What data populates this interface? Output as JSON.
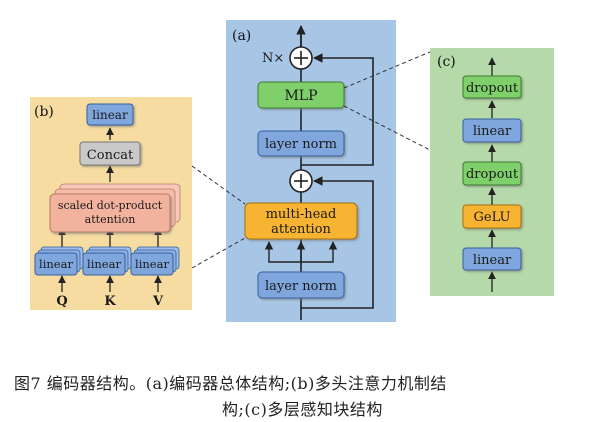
{
  "panel_a": {
    "tag": "(a)",
    "repeat_label": "N×",
    "mlp": "MLP",
    "layer_norm_top": "layer norm",
    "multi_head_line1": "multi-head",
    "multi_head_line2": "attention",
    "layer_norm_bottom": "layer norm",
    "colors": {
      "panel": "#a7c6e6",
      "green": "#7fd06a",
      "blue": "#7fa7de",
      "orange": "#f7b433"
    }
  },
  "panel_b": {
    "tag": "(b)",
    "linear_top": "linear",
    "concat": "Concat",
    "sdpa_line1": "scaled dot-product",
    "sdpa_line2": "attention",
    "linear_q": "linear",
    "linear_k": "linear",
    "linear_v": "linear",
    "input_q": "Q",
    "input_k": "K",
    "input_v": "V",
    "colors": {
      "panel": "#f6dca0",
      "salmon": "#f3b29e",
      "grey": "#c9c9c9"
    }
  },
  "panel_c": {
    "tag": "(c)",
    "dropout_top": "dropout",
    "linear_top": "linear",
    "dropout_bottom": "dropout",
    "gelu": "GeLU",
    "linear_bottom": "linear",
    "colors": {
      "panel": "#b5d9a8"
    }
  },
  "caption": {
    "line1": "图7   编码器结构。(a)编码器总体结构;(b)多头注意力机制结",
    "line2": "构;(c)多层感知块结构"
  }
}
